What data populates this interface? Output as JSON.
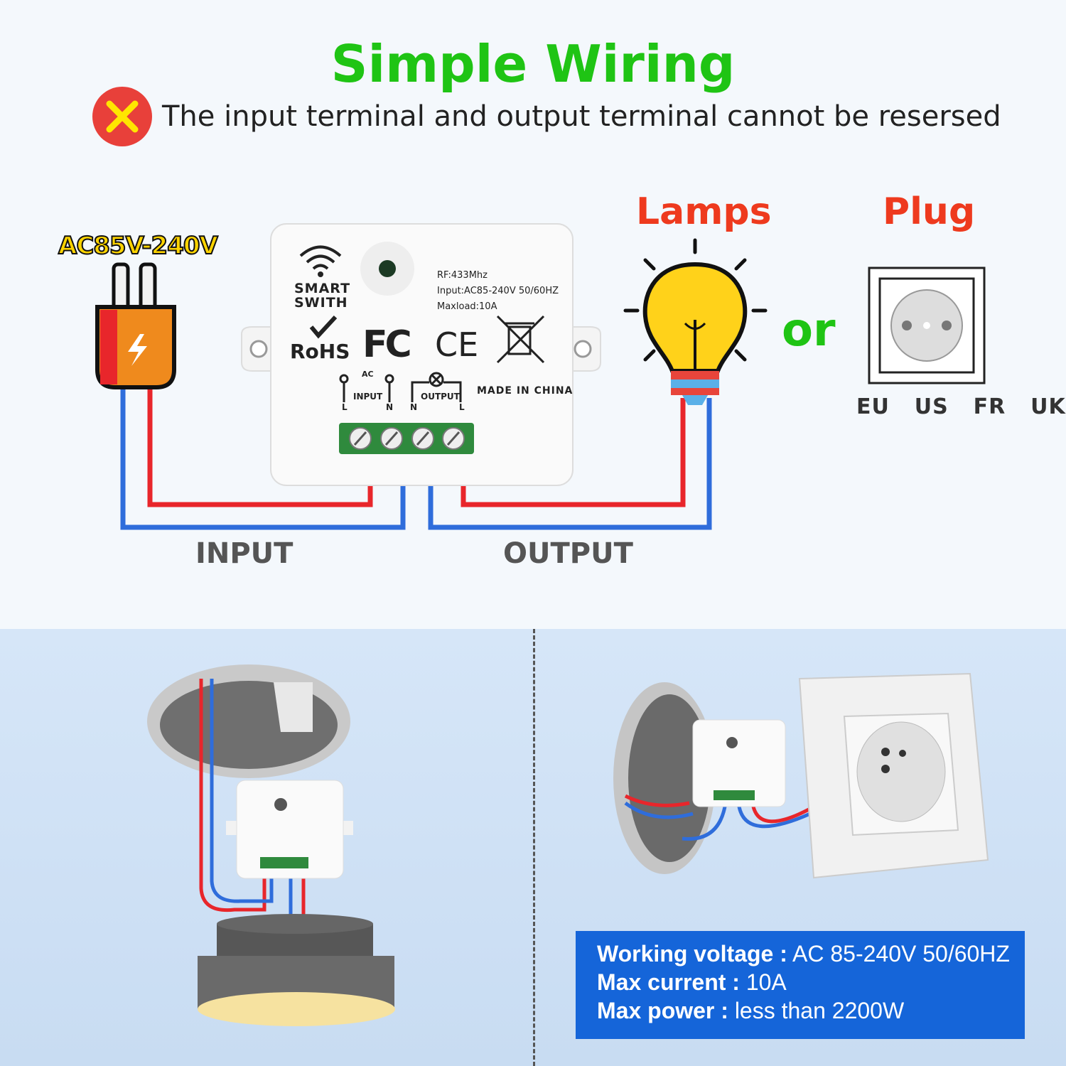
{
  "title": "Simple Wiring",
  "warning": {
    "text": "The input terminal and output terminal cannot be resersed",
    "icon": "x-icon",
    "color": "#e8403a"
  },
  "power": {
    "voltage": "AC85V-240V"
  },
  "device": {
    "brand": "SMART SWITH",
    "rf": "RF:433Mhz",
    "input_spec": "Input:AC85-240V 50/60HZ",
    "maxload": "Maxload:10A",
    "certifications": [
      "RoHS",
      "FC",
      "CE"
    ],
    "made_in": "MADE IN CHINA",
    "ac_label": "AC",
    "input_terminal": "INPUT",
    "output_terminal": "OUTPUT",
    "terminal_letters": [
      "L",
      "N",
      "N",
      "L"
    ]
  },
  "loads": {
    "lamps_label": "Lamps",
    "or_label": "or",
    "plug_label": "Plug",
    "standards": "EU  US  FR  UK"
  },
  "wiring": {
    "input_label": "INPUT",
    "output_label": "OUTPUT"
  },
  "specs": [
    {
      "label": "Working voltage :",
      "value": "AC 85-240V 50/60HZ"
    },
    {
      "label": "Max current :",
      "value": "10A"
    },
    {
      "label": "Max power :",
      "value": "less than 2200W"
    }
  ],
  "colors": {
    "title": "#1fc414",
    "accent": "#ee3a1e",
    "wire_live": "#e8262b",
    "wire_neutral": "#2f6ddb",
    "spec_box": "#1565d9"
  }
}
